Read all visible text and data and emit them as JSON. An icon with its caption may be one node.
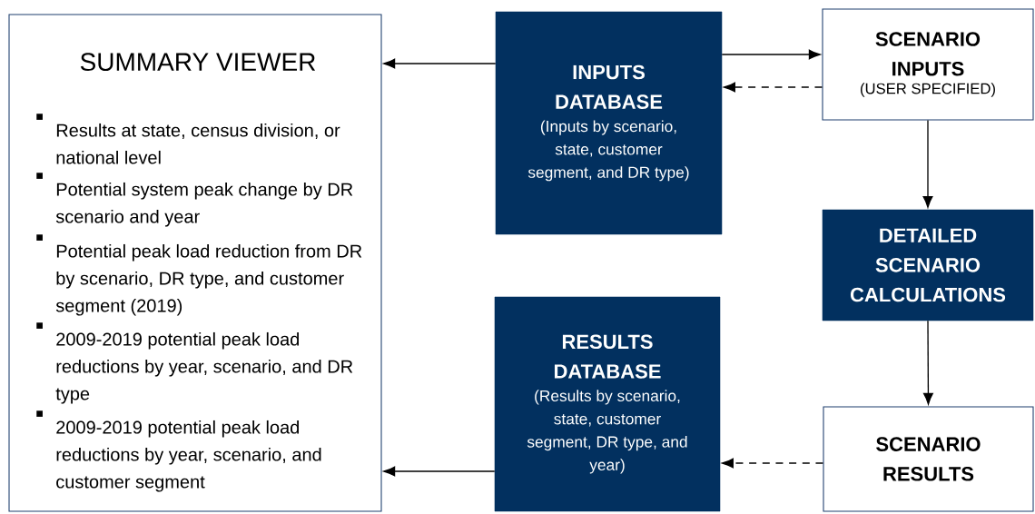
{
  "diagram": {
    "nodes": [
      {
        "text": [
          "SUMMARY VIEWER",
          "Results at state, census division, or national level",
          "Potential system peak change by DR scenario and year",
          "Potential peak load reduction from DR by scenario, DR type, and customer segment (2019)",
          "2009-2019 potential peak load reductions by year, scenario, and DR type",
          "2009-2019 potential peak load reductions by year, scenario, and customer segment"
        ]
      },
      {
        "text": [
          "INPUTS DATABASE",
          "(Inputs by scenario, state, customer segment, and DR type)"
        ]
      },
      {
        "text": [
          "SCENARIO INPUTS",
          "(USER SPECIFIED)"
        ]
      },
      {
        "text": [
          "DETAILED SCENARIO CALCULATIONS"
        ]
      },
      {
        "text": [
          "RESULTS DATABASE",
          "(Results by scenario, state, customer segment, DR type, and year)"
        ]
      },
      {
        "text": [
          "SCENARIO RESULTS"
        ]
      }
    ],
    "edges": [
      {
        "from": 1,
        "to": 0,
        "arrow": "to"
      },
      {
        "from": 1,
        "to": 2,
        "arrow": "to"
      },
      {
        "from": 2,
        "to": 1,
        "arrow": "to",
        "style": "dashed"
      },
      {
        "from": 2,
        "to": 3,
        "arrow": "to"
      },
      {
        "from": 3,
        "to": 5,
        "arrow": "to"
      },
      {
        "from": 5,
        "to": 4,
        "arrow": "to",
        "style": "dashed"
      },
      {
        "from": 4,
        "to": 0,
        "arrow": "to"
      }
    ]
  }
}
